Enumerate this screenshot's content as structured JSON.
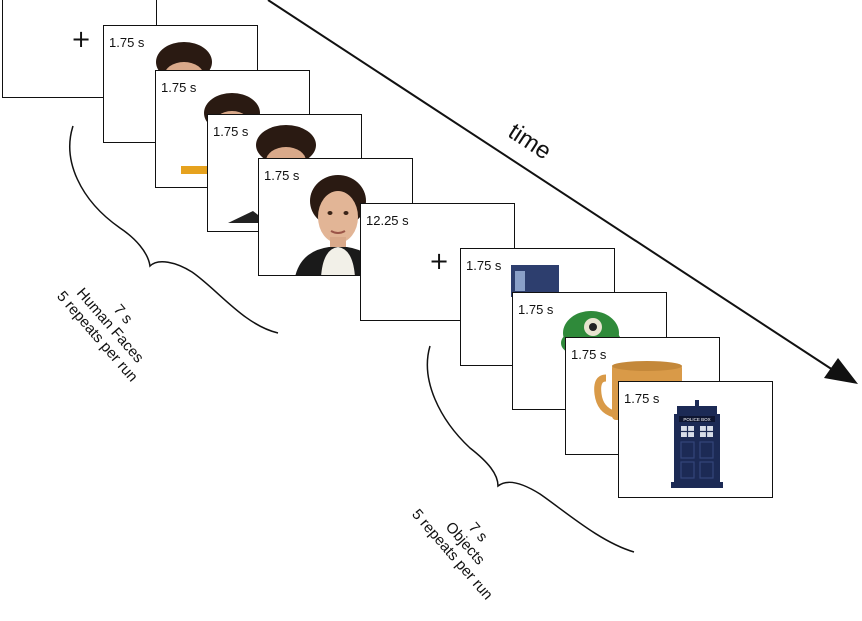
{
  "time_label": "time",
  "fixation_glyph": "+",
  "frames": [
    {
      "duration": "",
      "kind": "fixation"
    },
    {
      "duration": "1.75 s",
      "kind": "face"
    },
    {
      "duration": "1.75 s",
      "kind": "face"
    },
    {
      "duration": "1.75 s",
      "kind": "face"
    },
    {
      "duration": "1.75 s",
      "kind": "face"
    },
    {
      "duration": "12.25 s",
      "kind": "fixation"
    },
    {
      "duration": "1.75 s",
      "kind": "object"
    },
    {
      "duration": "1.75 s",
      "kind": "object"
    },
    {
      "duration": "1.75 s",
      "kind": "object"
    },
    {
      "duration": "1.75 s",
      "kind": "object"
    }
  ],
  "blocks": [
    {
      "line1": "7 s",
      "line2": "Human Faces",
      "line3": "5 repeats per run"
    },
    {
      "line1": "7 s",
      "line2": "Objects",
      "line3": "5 repeats per run"
    }
  ],
  "police_box_sign": "POLICE BOX",
  "colors": {
    "line": "#111111",
    "skin": "#d9a98a",
    "hair": "#2a1a12",
    "tardis": "#1c2a55",
    "mug": "#d99a48",
    "toy": "#2f8a3a"
  }
}
